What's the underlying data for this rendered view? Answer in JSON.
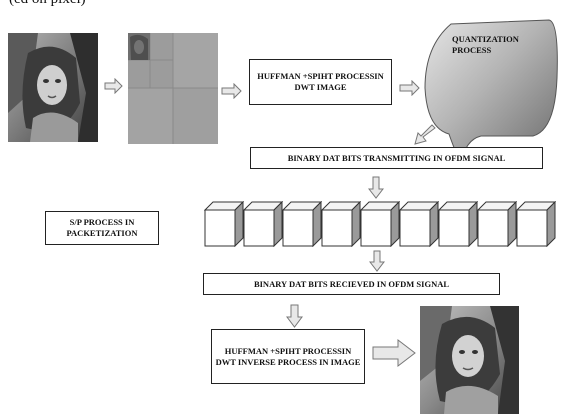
{
  "top_partial_text": "(ed on pixel)",
  "boxes": {
    "huffman_process": "HUFFMAN +SPIHT PROCESSIN DWT IMAGE",
    "quantization": "QUANTIZATION PROCESS",
    "transmitting": "BINARY DAT BITS TRANSMITTING IN OFDM SIGNAL",
    "sp_process": "S/P PROCESS IN PACKETIZATION",
    "received": "BINARY DAT BITS RECIEVED IN OFDM SIGNAL",
    "huffman_inverse": "HUFFMAN +SPIHT PROCESSIN DWT INVERSE PROCESS IN IMAGE"
  },
  "images": {
    "input": "input-portrait-image",
    "decomposed": "dwt-decomposed-image",
    "output": "reconstructed-portrait-image"
  },
  "packet_count": 9
}
